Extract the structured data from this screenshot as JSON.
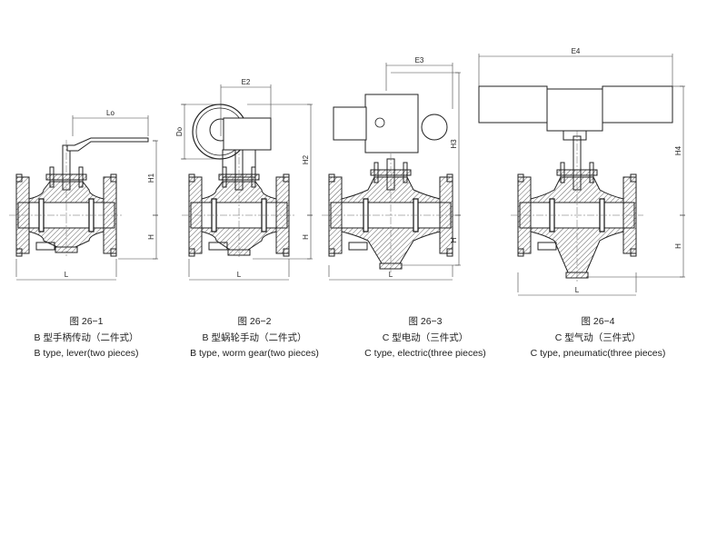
{
  "figures": [
    {
      "number": "图 26−1",
      "title_cn": "B 型手柄传动（二件式）",
      "title_en": "B type, lever(two pieces)",
      "dims": {
        "top": "Lo",
        "upper": "H1",
        "lower": "H",
        "length": "L"
      }
    },
    {
      "number": "图 26−2",
      "title_cn": "B 型蜗轮手动（二件式）",
      "title_en": "B type, worm gear(two pieces)",
      "dims": {
        "top": "E2",
        "side": "Do",
        "upper": "H2",
        "lower": "H",
        "length": "L"
      }
    },
    {
      "number": "图 26−3",
      "title_cn": "C 型电动（三件式）",
      "title_en": "C type, electric(three pieces)",
      "dims": {
        "top": "E3",
        "upper": "H3",
        "lower": "H",
        "length": "L"
      }
    },
    {
      "number": "图 26−4",
      "title_cn": "C 型气动（三件式）",
      "title_en": "C type, pneumatic(three pieces)",
      "dims": {
        "top": "E4",
        "upper": "H4",
        "lower": "H",
        "length": "L"
      }
    }
  ]
}
